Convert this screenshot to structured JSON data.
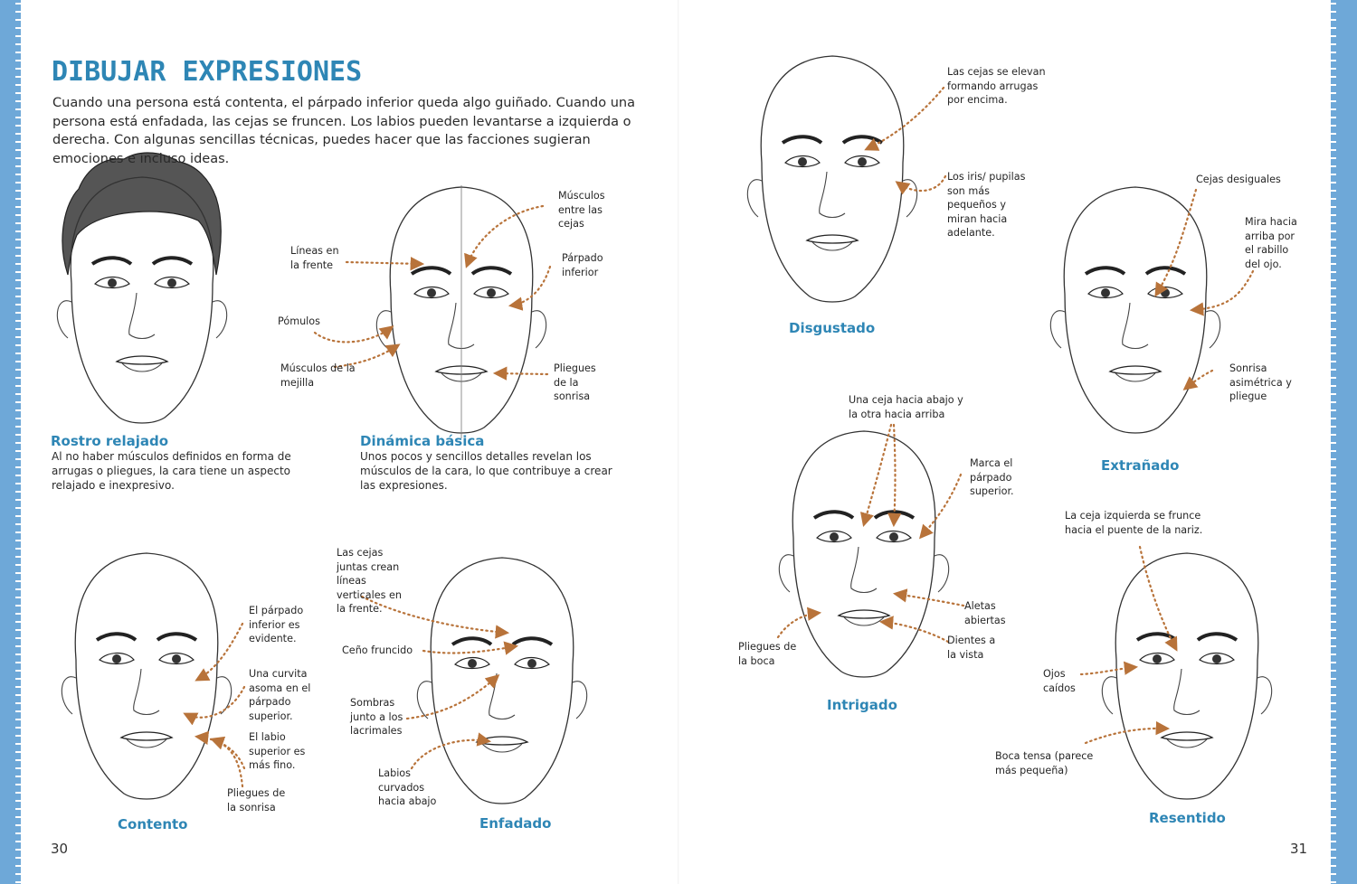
{
  "page": {
    "title": "DIBUJAR EXPRESIONES",
    "intro": "Cuando una persona está contenta, el párpado inferior queda algo guiñado. Cuando una persona está enfadada, las cejas se fruncen. Los labios pueden levantarse a izquierda o derecha. Con algunas sencillas técnicas, puedes hacer que las facciones sugieran emociones e incluso ideas.",
    "page_left": "30",
    "page_right": "31"
  },
  "faces": {
    "relajado": {
      "caption": "Rostro relajado",
      "desc": "Al no haber músculos definidos en forma de arrugas o pliegues, la cara tiene un aspecto relajado e inexpresivo."
    },
    "dinamica": {
      "caption": "Dinámica básica",
      "desc": "Unos pocos y sencillos detalles revelan los músculos de la cara, lo que contribuye a crear las expresiones.",
      "labels": {
        "musculos_cejas": "Músculos entre las cejas",
        "lineas_frente": "Líneas en la frente",
        "parpado_inferior": "Párpado inferior",
        "pomulos": "Pómulos",
        "musculos_mejilla": "Músculos de la mejilla",
        "pliegues_sonrisa": "Pliegues de la sonrisa"
      }
    },
    "contento": {
      "caption": "Contento",
      "labels": {
        "parpado_evidente": "El párpado inferior es evidente.",
        "curvita": "Una curvita asoma en el párpado superior.",
        "labio_fino": "El labio superior es más fino.",
        "pliegues": "Pliegues de la sonrisa"
      }
    },
    "enfadado": {
      "caption": "Enfadado",
      "labels": {
        "cejas_juntas": "Las cejas juntas crean líneas verticales en la frente.",
        "ceno": "Ceño fruncido",
        "sombras": "Sombras junto a los lacrimales",
        "labios": "Labios curvados hacia abajo"
      }
    },
    "disgustado": {
      "caption": "Disgustado",
      "labels": {
        "cejas_elevan": "Las cejas se elevan formando arrugas por encima.",
        "iris": "Los iris/ pupilas son más pequeños y miran hacia adelante."
      }
    },
    "extranado": {
      "caption": "Extrañado",
      "labels": {
        "cejas_desiguales": "Cejas desiguales",
        "mira_arriba": "Mira hacia arriba por el rabillo del ojo.",
        "sonrisa": "Sonrisa asimétrica y pliegue"
      }
    },
    "intrigado": {
      "caption": "Intrigado",
      "labels": {
        "una_ceja": "Una ceja hacia abajo y la otra hacia arriba",
        "marca": "Marca el párpado superior.",
        "aletas": "Aletas abiertas",
        "dientes": "Dientes a la vista",
        "pliegues_boca": "Pliegues de la boca"
      }
    },
    "resentido": {
      "caption": "Resentido",
      "labels": {
        "ceja_izq": "La ceja izquierda se frunce hacia el puente de la nariz.",
        "ojos": "Ojos caídos",
        "boca": "Boca tensa (parece más pequeña)"
      }
    }
  },
  "colors": {
    "accent": "#2e86b5",
    "arrow": "#b8733a",
    "border": "#6ea8d8"
  }
}
